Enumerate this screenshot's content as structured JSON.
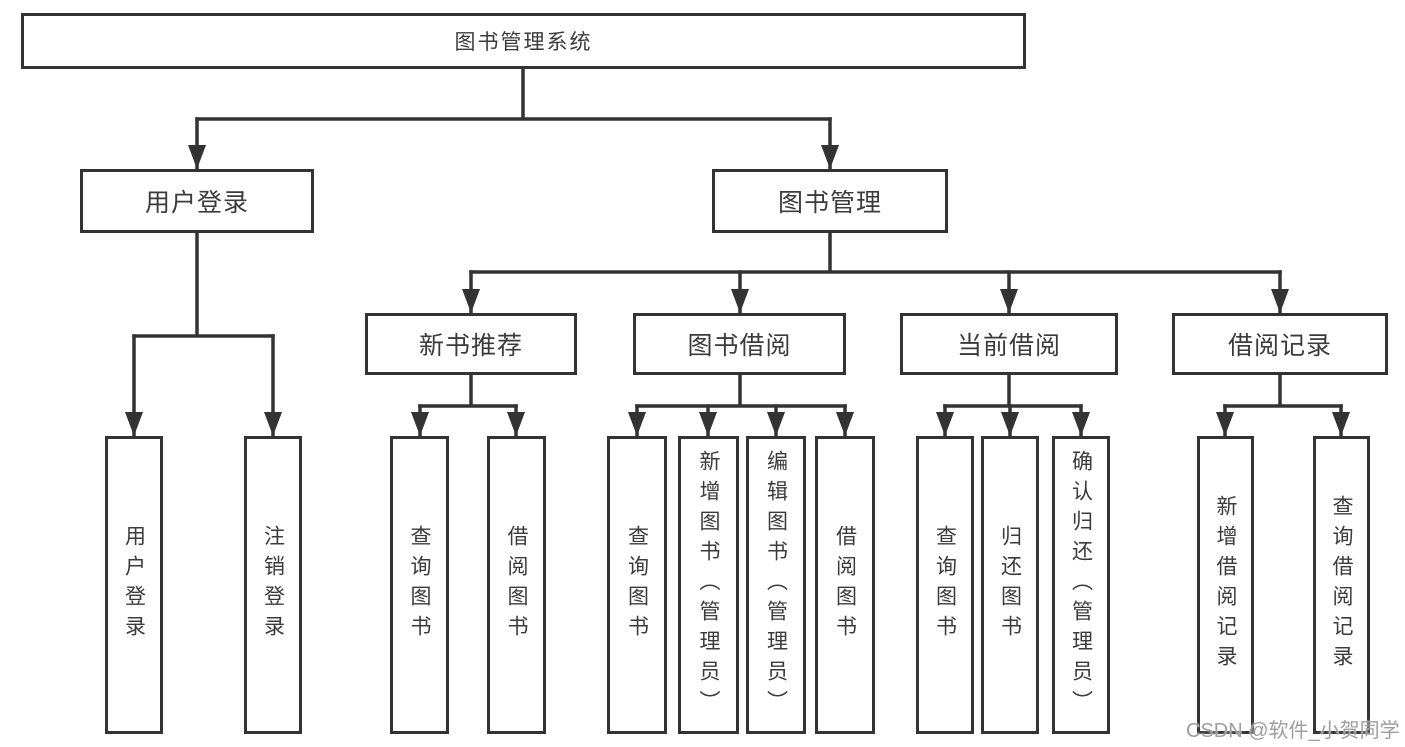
{
  "colors": {
    "line": "#333333",
    "text": "#3b3b3b",
    "background": "#ffffff",
    "watermark": "#9e9e9e"
  },
  "watermark": "CSDN @软件_小贺同学",
  "tree": {
    "root": "图书管理系统",
    "branches": [
      {
        "label": "用户登录",
        "leaves": [
          "用户登录",
          "注销登录"
        ]
      },
      {
        "label": "图书管理",
        "groups": [
          {
            "label": "新书推荐",
            "leaves": [
              "查询图书",
              "借阅图书"
            ]
          },
          {
            "label": "图书借阅",
            "leaves": [
              "查询图书",
              "新增图书（管理员）",
              "编辑图书（管理员）",
              "借阅图书"
            ]
          },
          {
            "label": "当前借阅",
            "leaves": [
              "查询图书",
              "归还图书",
              "确认归还（管理员）"
            ]
          },
          {
            "label": "借阅记录",
            "leaves": [
              "新增借阅记录",
              "查询借阅记录"
            ]
          }
        ]
      }
    ]
  }
}
